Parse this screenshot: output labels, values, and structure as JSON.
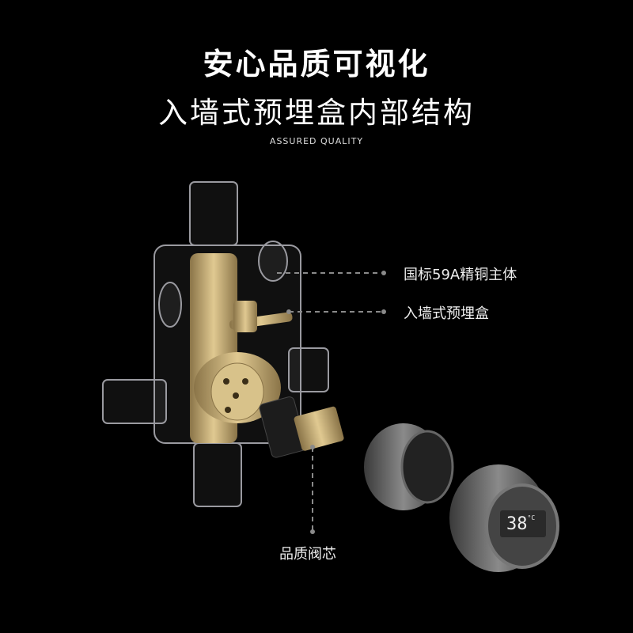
{
  "header": {
    "title": "安心品质可视化",
    "subtitle": "入墙式预埋盒内部结构",
    "tagline": "ASSURED QUALITY"
  },
  "callouts": [
    {
      "label": "国标59A精铜主体"
    },
    {
      "label": "入墙式预埋盒"
    },
    {
      "label": "品质阀芯"
    }
  ],
  "display": {
    "temperature": "38",
    "unit": "°C"
  },
  "colors": {
    "background": "#000000",
    "brass": "#c9b07a",
    "gunmetal": "#5a5a5a",
    "leader": "#8a8a8a"
  }
}
